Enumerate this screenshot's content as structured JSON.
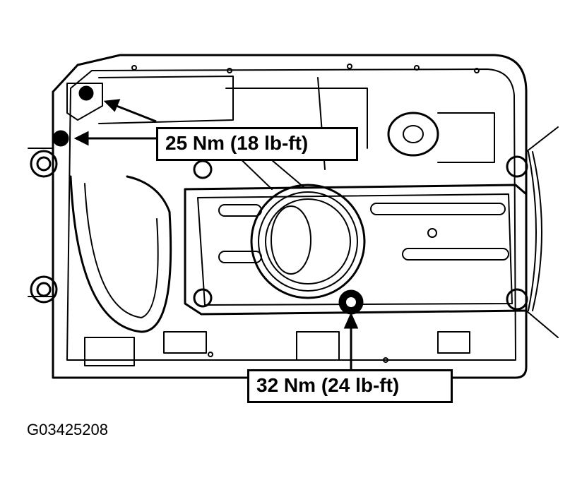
{
  "callouts": {
    "upper_torque": "25 Nm (18 lb-ft)",
    "lower_torque": "32 Nm (24 lb-ft)"
  },
  "figure_id": "G03425208",
  "colors": {
    "line": "#000000",
    "background": "#ffffff"
  }
}
